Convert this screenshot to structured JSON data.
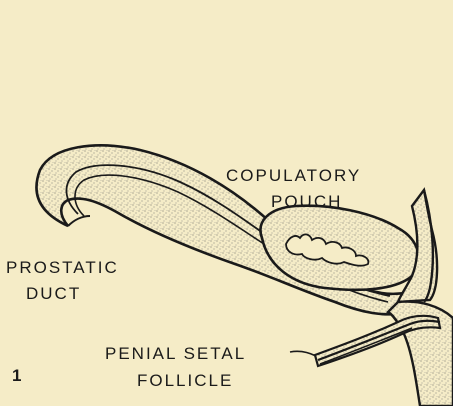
{
  "labels": {
    "copulatory_pouch": [
      "COPULATORY",
      "POUCH"
    ],
    "prostatic_duct": [
      "PROSTATIC",
      "DUCT"
    ],
    "penial_setal_follicle": [
      "PENIAL SETAL",
      "FOLLICLE"
    ],
    "figure_number": "1"
  },
  "colors": {
    "background": "#f5ecc7",
    "ink": "#1a1a1a"
  }
}
